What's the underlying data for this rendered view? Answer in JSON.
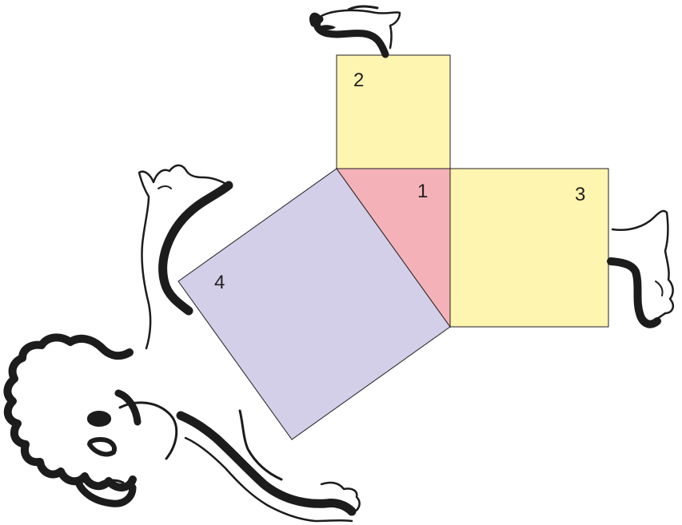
{
  "colors": {
    "square_small": "#fef5b0",
    "triangle": "#f4b2b8",
    "square_large": "#d3cfe8",
    "ink": "#1c1c1c"
  },
  "regions": [
    {
      "id": "triangle",
      "label": "1"
    },
    {
      "id": "top-square",
      "label": "2"
    },
    {
      "id": "right-square",
      "label": "3"
    },
    {
      "id": "hypotenuse-square",
      "label": "4"
    }
  ],
  "figure": {
    "description_icon": "cartwheeling-figure"
  }
}
